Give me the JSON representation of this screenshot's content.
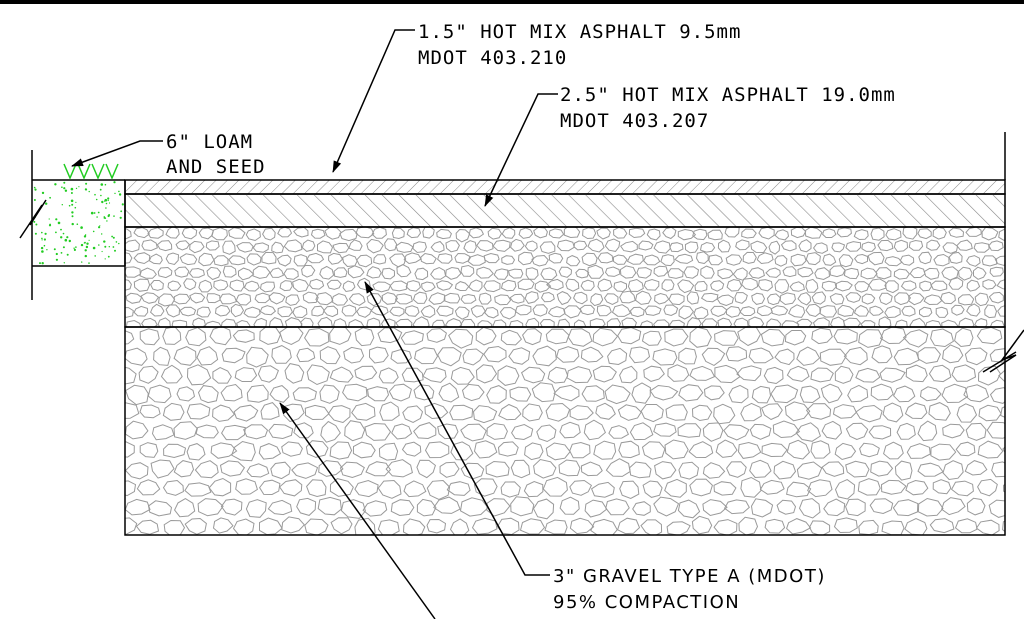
{
  "labels": {
    "hma_top_line1": "1.5\" HOT MIX ASPHALT 9.5mm",
    "hma_top_line2": "MDOT 403.210",
    "hma_base_line1": "2.5\" HOT MIX ASPHALT 19.0mm",
    "hma_base_line2": "MDOT 403.207",
    "loam_line1": "6\" LOAM",
    "loam_line2": "AND SEED",
    "gravel_line1": "3\" GRAVEL TYPE A (MDOT)",
    "gravel_line2": "95% COMPACTION"
  },
  "colors": {
    "line": "#000000",
    "hatch": "#8a8a8a",
    "loam": "#22cc22",
    "aggregate": "#9a9a9a"
  }
}
